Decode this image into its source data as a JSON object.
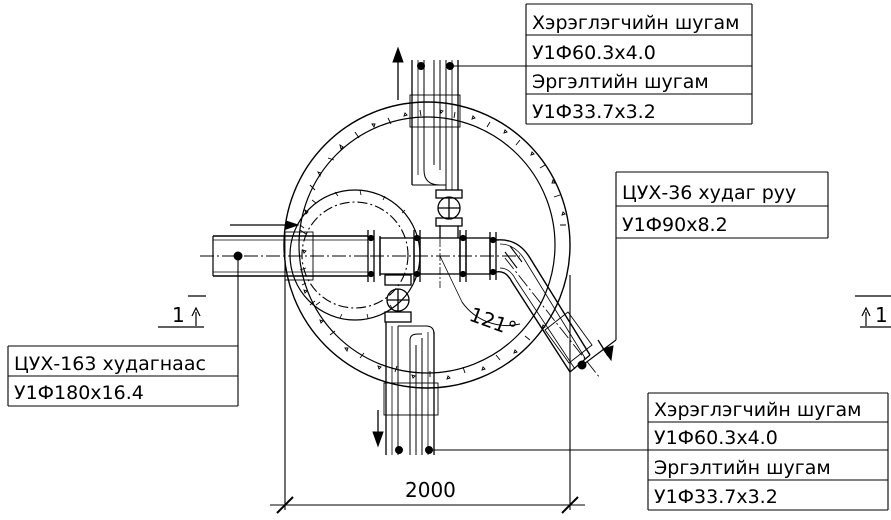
{
  "labels": {
    "top_hot_name": "Хэрэглэгчийн шугам",
    "top_hot_spec": "У1Ф60.3х4.0",
    "top_ret_name": "Эргэлтийн шугам",
    "top_ret_spec": "У1Ф33.7х3.2",
    "right_name": "ЦУХ-36 худаг руу",
    "right_spec": "У1Ф90х8.2",
    "left_name": "ЦУХ-163 худагнаас",
    "left_spec": "У1Ф180х16.4",
    "bot_hot_name": "Хэрэглэгчийн шугам",
    "bot_hot_spec": "У1Ф60.3х4.0",
    "bot_ret_name": "Эргэлтийн шугам",
    "bot_ret_spec": "У1Ф33.7х3.2"
  },
  "dimensions": {
    "width": "2000",
    "angle": "121°"
  },
  "section_marks": {
    "left": "1",
    "right": "1"
  }
}
